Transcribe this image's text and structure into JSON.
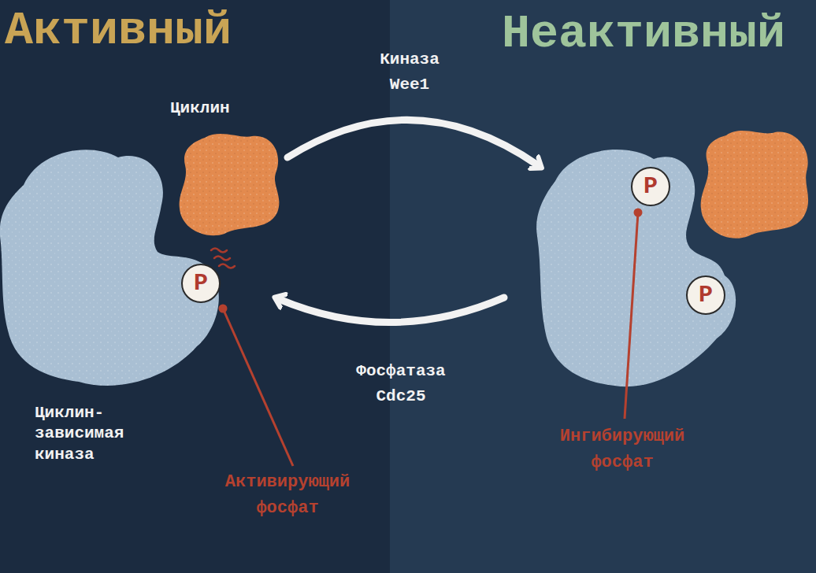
{
  "diagram": {
    "nodes": [
      {
        "text": [
          "Активный"
        ]
      },
      {
        "text": [
          "Циклин-зависимая киназа"
        ],
        "in": 0
      },
      {
        "text": [
          "Циклин"
        ],
        "in": 0
      },
      {
        "text": [
          "P"
        ],
        "in": 1
      },
      {
        "text": [
          "Неактивный"
        ]
      },
      {
        "text": [
          "P"
        ],
        "in": 4
      },
      {
        "text": [
          "P"
        ],
        "in": 4
      }
    ],
    "edges": [
      {
        "from": 0,
        "to": 4,
        "arrow": "to",
        "label": "Киназа Wee1"
      },
      {
        "from": 4,
        "to": 0,
        "arrow": "to",
        "label": "Фосфатаза Cdc25"
      }
    ],
    "labels": [
      "Активирующий фосфат",
      "Ингибирующий фосфат"
    ]
  }
}
